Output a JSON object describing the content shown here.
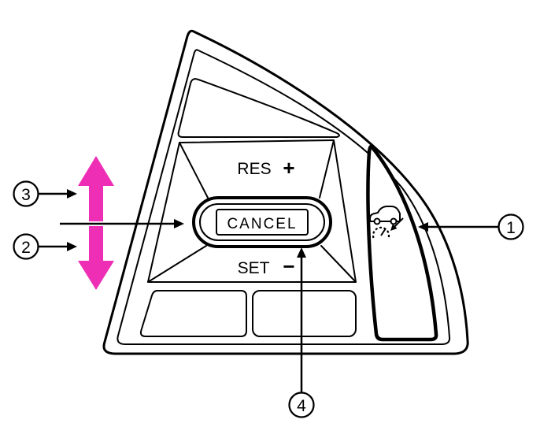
{
  "diagram": {
    "panel": {
      "res_label": "RES",
      "plus_symbol": "+",
      "cancel_label": "CANCEL",
      "set_label": "SET",
      "minus_symbol": "−"
    },
    "callouts": {
      "c1": "1",
      "c2": "2",
      "c3": "3",
      "c4": "4"
    },
    "icons": {
      "cruise_control": "cruise-control-speed-limiter-icon",
      "up_arrow": "up-direction-arrow",
      "down_arrow": "down-direction-arrow"
    },
    "colors": {
      "magenta": "#EE2EB4",
      "line": "#000000",
      "background": "#FFFFFF"
    }
  }
}
